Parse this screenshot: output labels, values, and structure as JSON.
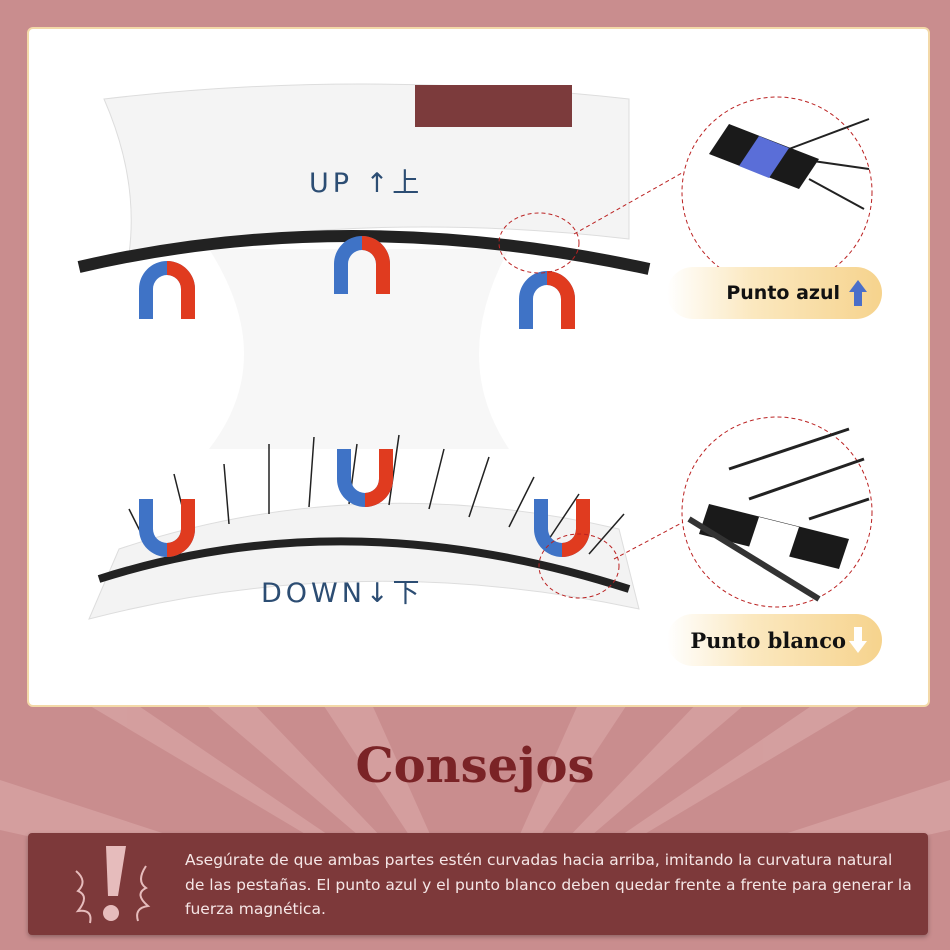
{
  "diagram": {
    "up_label": "UP ↑上",
    "down_label": "DOWN↓下",
    "callouts": [
      {
        "label": "Punto azul",
        "icon": "arrow-up-icon",
        "color": "#4a6fc9"
      },
      {
        "label": "Punto blanco",
        "icon": "arrow-down-icon",
        "color": "#ffffff"
      }
    ]
  },
  "title": "Consejos",
  "tip": {
    "text": "Asegúrate de que ambas partes estén curvadas hacia arriba, imitando la curvatura natural de las pestañas. El punto azul y el punto blanco deben quedar frente a frente para generar la fuerza magnética.",
    "icon": "exclamation-icon"
  },
  "colors": {
    "background": "#c98d8e",
    "accent": "#7d393a",
    "title": "#7a2326"
  }
}
